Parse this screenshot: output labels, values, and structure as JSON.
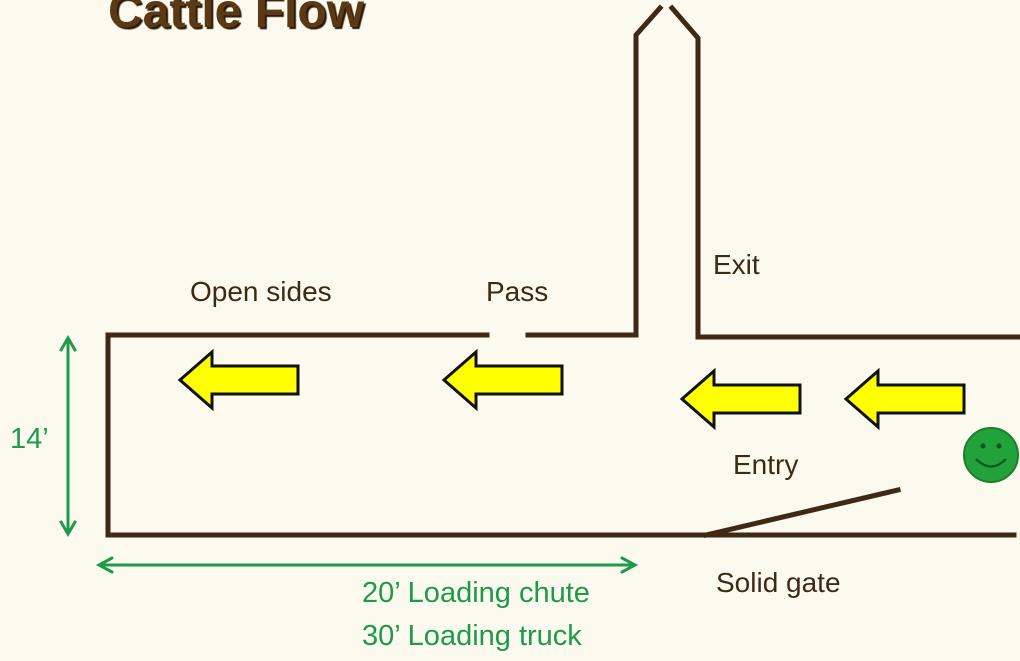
{
  "title": "Cattle Flow",
  "labels": {
    "open_sides": "Open sides",
    "pass": "Pass",
    "exit": "Exit",
    "entry": "Entry",
    "solid_gate": "Solid gate",
    "width": "14’",
    "chute_length": "20’ Loading chute",
    "truck_length": "30’ Loading truck"
  },
  "colors": {
    "background": "#fcfaee",
    "wall": "#3e2a14",
    "arrow_fill": "#ffff00",
    "dimension": "#1e9b4a",
    "handler": "#22a23a"
  },
  "icons": {
    "flow_arrow": "left-arrow-icon",
    "handler": "smiley-face-icon"
  }
}
